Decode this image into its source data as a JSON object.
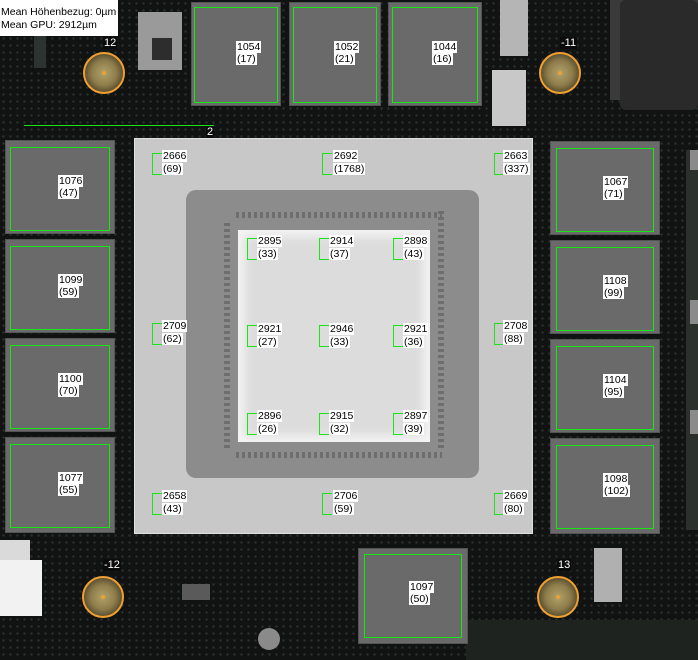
{
  "header": {
    "mean_height_ref": "Mean Höhenbezug: 0µm",
    "mean_gpu": "Mean GPU: 2912µm"
  },
  "marker": "2",
  "mounting_holes": [
    {
      "id": "hole-top-left",
      "label": "12"
    },
    {
      "id": "hole-top-right",
      "label": "-11"
    },
    {
      "id": "hole-bottom-left",
      "label": "-12"
    },
    {
      "id": "hole-bottom-right",
      "label": "13"
    }
  ],
  "memory_chips": [
    {
      "id": "mem-top-1",
      "value": "1054",
      "sub": "(17)"
    },
    {
      "id": "mem-top-2",
      "value": "1052",
      "sub": "(21)"
    },
    {
      "id": "mem-top-3",
      "value": "1044",
      "sub": "(16)"
    },
    {
      "id": "mem-left-1",
      "value": "1076",
      "sub": "(47)"
    },
    {
      "id": "mem-left-2",
      "value": "1099",
      "sub": "(59)"
    },
    {
      "id": "mem-left-3",
      "value": "1100",
      "sub": "(70)"
    },
    {
      "id": "mem-left-4",
      "value": "1077",
      "sub": "(55)"
    },
    {
      "id": "mem-right-1",
      "value": "1067",
      "sub": "(71)"
    },
    {
      "id": "mem-right-2",
      "value": "1108",
      "sub": "(99)"
    },
    {
      "id": "mem-right-3",
      "value": "1104",
      "sub": "(95)"
    },
    {
      "id": "mem-right-4",
      "value": "1098",
      "sub": "(102)"
    },
    {
      "id": "mem-bottom-1",
      "value": "1097",
      "sub": "(50)"
    }
  ],
  "package_points": [
    {
      "id": "pkg-tl",
      "value": "2666",
      "sub": "(69)"
    },
    {
      "id": "pkg-tc",
      "value": "2692",
      "sub": "(1768)"
    },
    {
      "id": "pkg-tr",
      "value": "2663",
      "sub": "(337)"
    },
    {
      "id": "pkg-ml",
      "value": "2709",
      "sub": "(62)"
    },
    {
      "id": "pkg-mr",
      "value": "2708",
      "sub": "(88)"
    },
    {
      "id": "pkg-bl",
      "value": "2658",
      "sub": "(43)"
    },
    {
      "id": "pkg-bc",
      "value": "2706",
      "sub": "(59)"
    },
    {
      "id": "pkg-br",
      "value": "2669",
      "sub": "(80)"
    }
  ],
  "die_points": [
    {
      "id": "die-tl",
      "value": "2895",
      "sub": "(33)"
    },
    {
      "id": "die-tc",
      "value": "2914",
      "sub": "(37)"
    },
    {
      "id": "die-tr",
      "value": "2898",
      "sub": "(43)"
    },
    {
      "id": "die-ml",
      "value": "2921",
      "sub": "(27)"
    },
    {
      "id": "die-mc",
      "value": "2946",
      "sub": "(33)"
    },
    {
      "id": "die-mr",
      "value": "2921",
      "sub": "(36)"
    },
    {
      "id": "die-bl",
      "value": "2896",
      "sub": "(26)"
    },
    {
      "id": "die-bc",
      "value": "2915",
      "sub": "(32)"
    },
    {
      "id": "die-br",
      "value": "2897",
      "sub": "(39)"
    }
  ],
  "colors": {
    "measure_outline": "#19e619",
    "hole_ring": "#f0a030",
    "background": "#101312"
  }
}
